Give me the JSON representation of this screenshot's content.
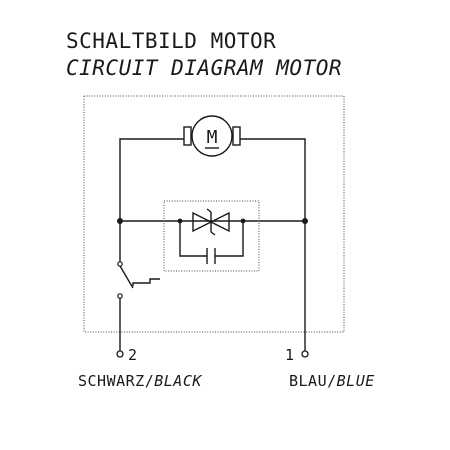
{
  "title": {
    "line1": "SCHALTBILD MOTOR",
    "line2": "CIRCUIT DIAGRAM MOTOR"
  },
  "motor": {
    "symbol": "M"
  },
  "terminals": [
    {
      "number": "2",
      "label_de": "SCHWARZ/",
      "label_en": "BLACK"
    },
    {
      "number": "1",
      "label_de": "BLAU/",
      "label_en": "BLUE"
    }
  ],
  "colors": {
    "line": "#1a1a1a",
    "background": "#ffffff"
  }
}
